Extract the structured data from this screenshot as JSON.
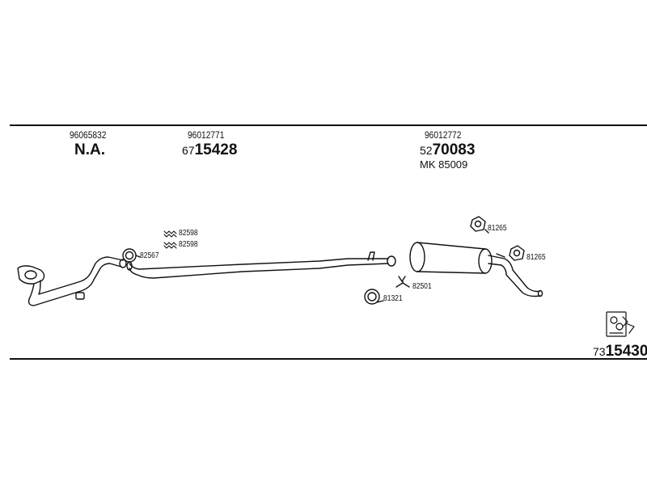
{
  "header_parts": [
    {
      "ref": "96065832",
      "main": "N.A."
    },
    {
      "ref": "96012771",
      "prefix": "67",
      "number": "15428"
    },
    {
      "ref": "96012772",
      "prefix": "52",
      "number": "70083",
      "mk": "MK  85009"
    }
  ],
  "callouts": {
    "clamp_a": "82598",
    "clamp_b": "82598",
    "gasket_front": "82567",
    "hanger_right_top": "81265",
    "hanger_right": "81265",
    "ring_mid": "81321",
    "bracket_mid": "82501"
  },
  "footer": {
    "prefix": "73",
    "number": "15430"
  }
}
